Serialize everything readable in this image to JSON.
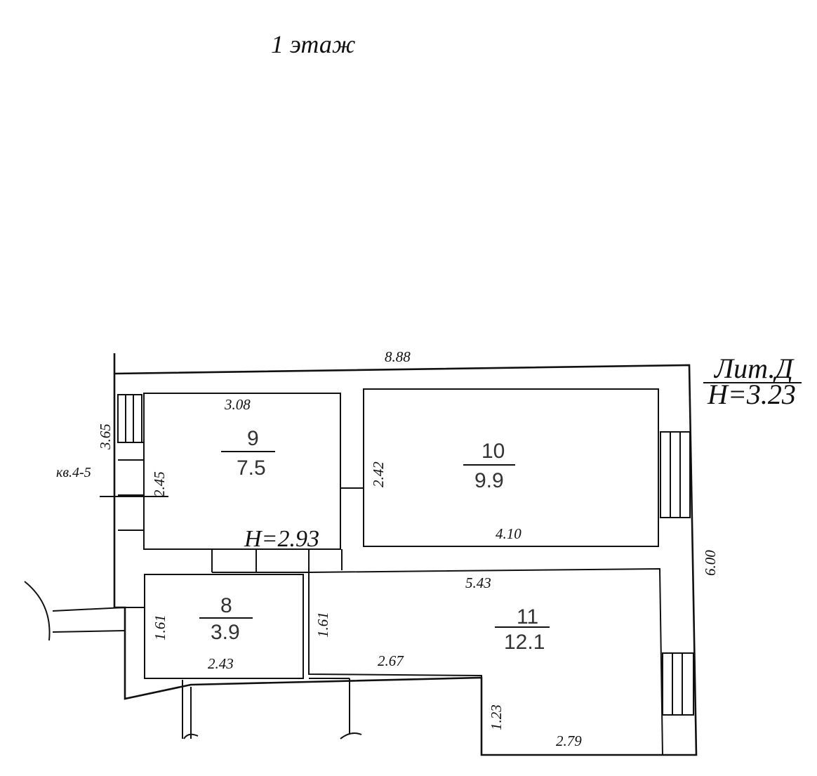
{
  "floor_title": "1 этаж",
  "lit_label": "Лит.Д",
  "lit_height": "H=3.23",
  "inner_height": "H=2.93",
  "apartment_label": "кв.4-5",
  "rooms": [
    {
      "number": "9",
      "area": "7.5"
    },
    {
      "number": "10",
      "area": "9.9"
    },
    {
      "number": "8",
      "area": "3.9"
    },
    {
      "number": "11",
      "area": "12.1"
    }
  ],
  "dimensions": {
    "overall_width": "8.88",
    "overall_depth": "6.00",
    "left_depth": "3.65",
    "room9_width": "3.08",
    "room9_height": "2.45",
    "room10_height": "2.42",
    "room10_width": "4.10",
    "room11_top": "5.43",
    "room8_height": "1.61",
    "room8_width": "2.43",
    "room11_left": "1.61",
    "room11_step": "2.67",
    "room11_notch_height": "1.23",
    "room11_bottom": "2.79"
  }
}
